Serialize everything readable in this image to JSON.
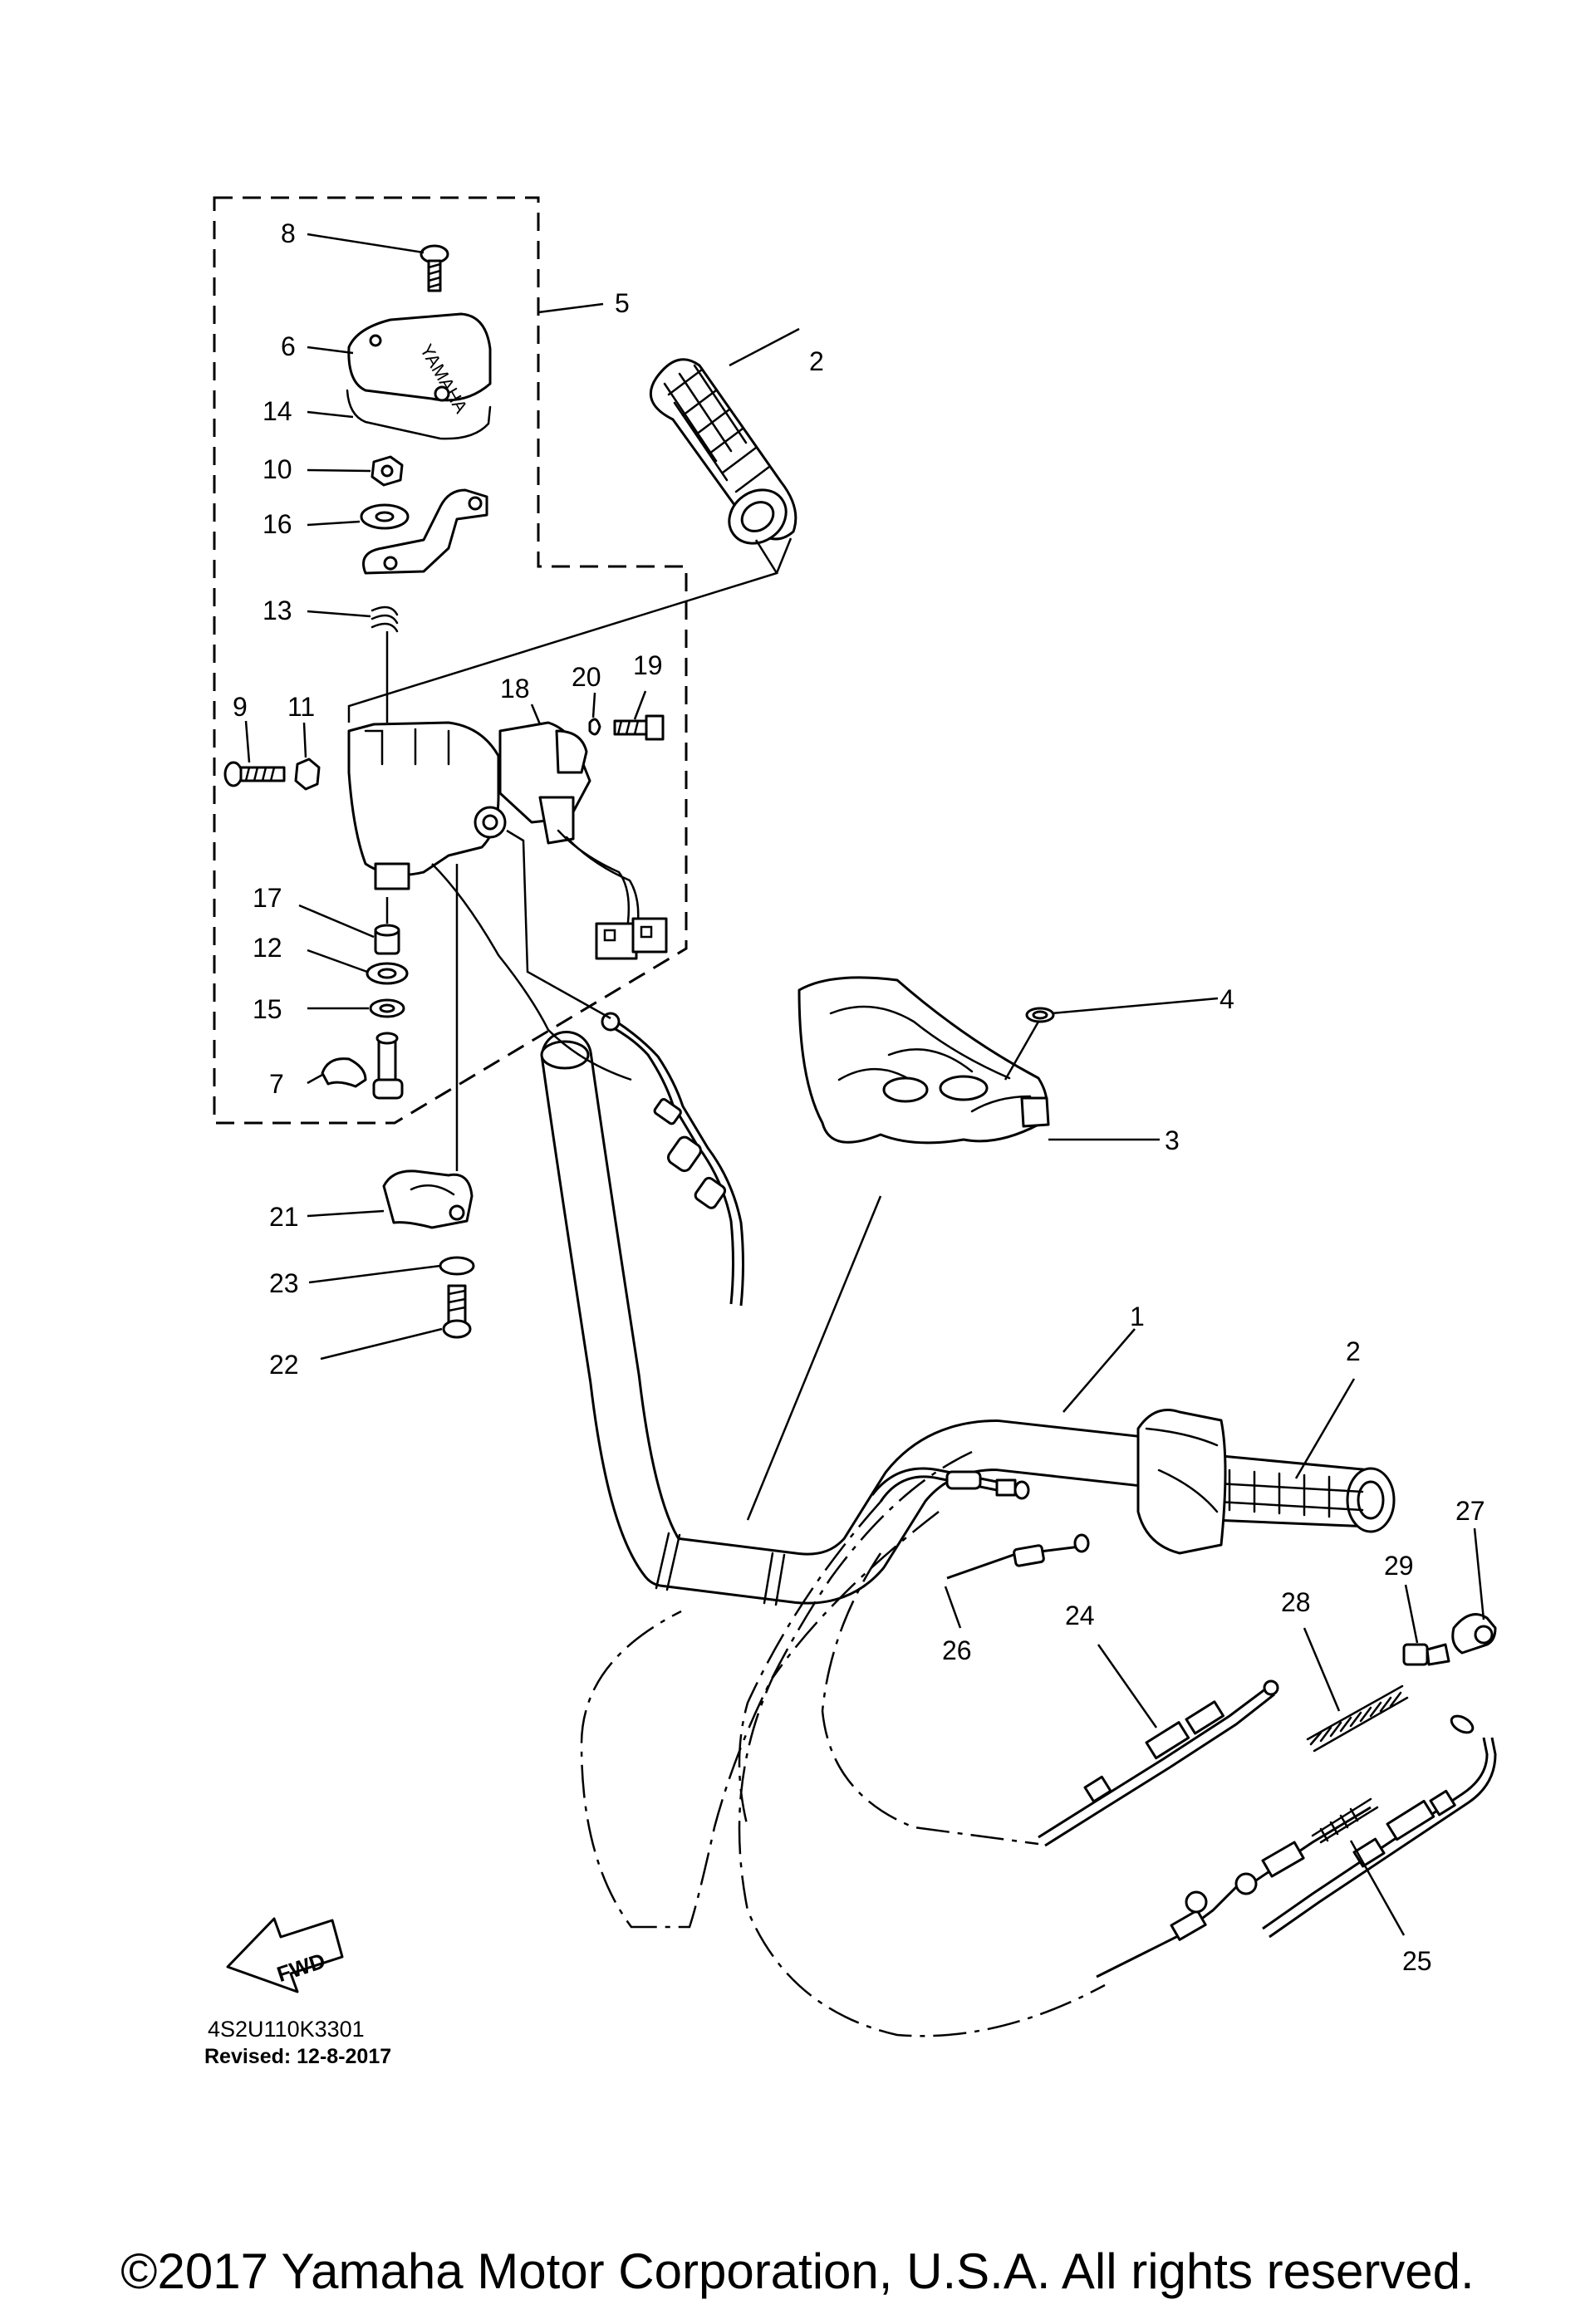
{
  "diagram": {
    "parts": [
      {
        "id": "p1",
        "number": "1"
      },
      {
        "id": "p2a",
        "number": "2"
      },
      {
        "id": "p2b",
        "number": "2"
      },
      {
        "id": "p3",
        "number": "3"
      },
      {
        "id": "p4",
        "number": "4"
      },
      {
        "id": "p5",
        "number": "5"
      },
      {
        "id": "p6",
        "number": "6"
      },
      {
        "id": "p7",
        "number": "7"
      },
      {
        "id": "p8",
        "number": "8"
      },
      {
        "id": "p9",
        "number": "9"
      },
      {
        "id": "p10",
        "number": "10"
      },
      {
        "id": "p11",
        "number": "11"
      },
      {
        "id": "p12",
        "number": "12"
      },
      {
        "id": "p13",
        "number": "13"
      },
      {
        "id": "p14",
        "number": "14"
      },
      {
        "id": "p15",
        "number": "15"
      },
      {
        "id": "p16",
        "number": "16"
      },
      {
        "id": "p17",
        "number": "17"
      },
      {
        "id": "p18",
        "number": "18"
      },
      {
        "id": "p19",
        "number": "19"
      },
      {
        "id": "p20",
        "number": "20"
      },
      {
        "id": "p21",
        "number": "21"
      },
      {
        "id": "p22",
        "number": "22"
      },
      {
        "id": "p23",
        "number": "23"
      },
      {
        "id": "p24",
        "number": "24"
      },
      {
        "id": "p25",
        "number": "25"
      },
      {
        "id": "p26",
        "number": "26"
      },
      {
        "id": "p27",
        "number": "27"
      },
      {
        "id": "p28",
        "number": "28"
      },
      {
        "id": "p29",
        "number": "29"
      }
    ],
    "cover_logo_text": "YAMAHA",
    "fwd_label": "FWD",
    "doc_code": "4S2U110K3301",
    "revised": "Revised: 12-8-2017",
    "copyright": "©2017 Yamaha Motor Corporation, U.S.A. All rights reserved."
  }
}
